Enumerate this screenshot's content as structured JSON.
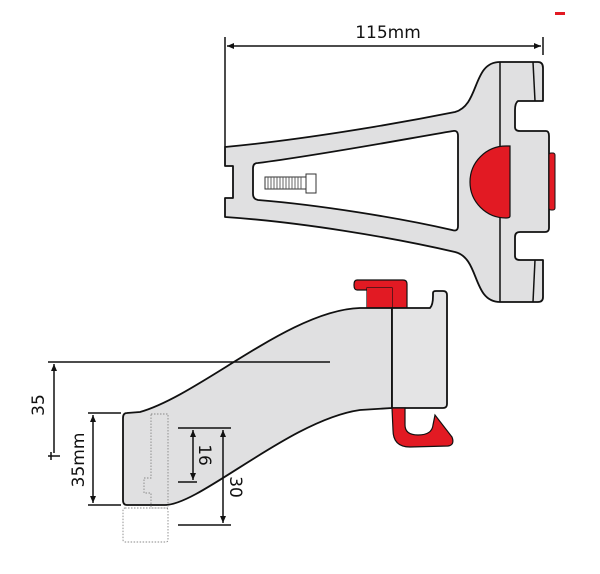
{
  "diagram": {
    "top_view": {
      "width_dimension": "115mm"
    },
    "side_view": {
      "offset_dimension": "35",
      "height_dimension": "35mm",
      "inner_dimension": "16",
      "outer_dimension": "30"
    },
    "colors": {
      "body": "#e0e0e1",
      "accent": "#e21a23",
      "outline": "#111111"
    }
  }
}
